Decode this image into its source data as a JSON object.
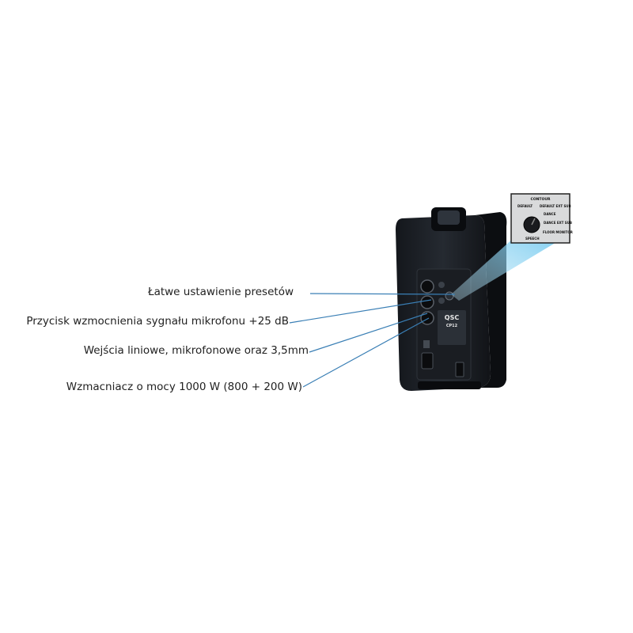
{
  "callouts": [
    {
      "label": "Łatwe ustawienie presetów"
    },
    {
      "label": "Przycisk wzmocnienia sygnału mikrofonu +25 dB"
    },
    {
      "label": "Wejścia liniowe, mikrofonowe oraz 3,5mm"
    },
    {
      "label": "Wzmacniacz o mocy 1000 W (800 + 200 W)"
    }
  ],
  "contour_panel": {
    "title": "CONTOUR",
    "settings": [
      "DEFAULT",
      "DEFAULT EXT SUB",
      "DANCE",
      "DANCE EXT SUB",
      "FLOOR MONITOR",
      "SPEECH"
    ]
  },
  "speaker": {
    "brand": "QSC",
    "model": "CP12"
  },
  "colors": {
    "leader_line": "#3a7fb5",
    "speaker_body": "#1e2228",
    "highlight_beam": "#7fd0f0"
  }
}
